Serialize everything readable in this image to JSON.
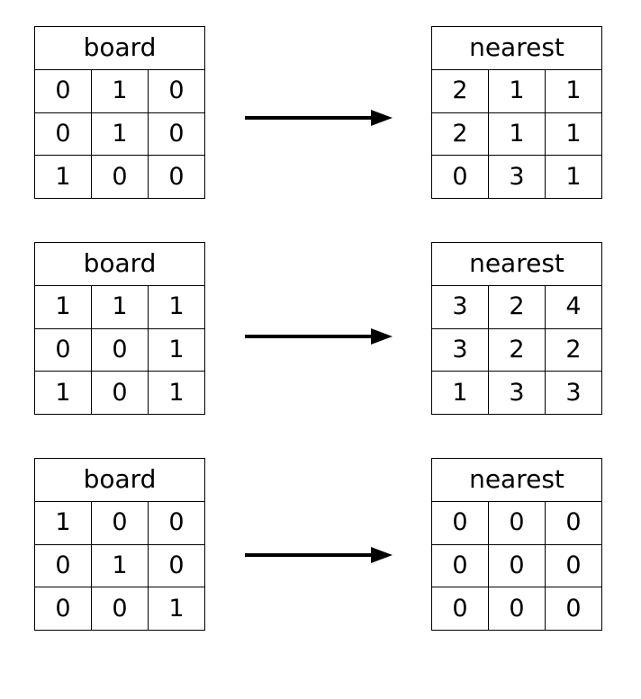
{
  "examples": [
    {
      "board": {
        "title": "board",
        "rows": [
          [
            "0",
            "1",
            "0"
          ],
          [
            "0",
            "1",
            "0"
          ],
          [
            "1",
            "0",
            "0"
          ]
        ]
      },
      "nearest": {
        "title": "nearest",
        "rows": [
          [
            "2",
            "1",
            "1"
          ],
          [
            "2",
            "1",
            "1"
          ],
          [
            "0",
            "3",
            "1"
          ]
        ]
      }
    },
    {
      "board": {
        "title": "board",
        "rows": [
          [
            "1",
            "1",
            "1"
          ],
          [
            "0",
            "0",
            "1"
          ],
          [
            "1",
            "0",
            "1"
          ]
        ]
      },
      "nearest": {
        "title": "nearest",
        "rows": [
          [
            "3",
            "2",
            "4"
          ],
          [
            "3",
            "2",
            "2"
          ],
          [
            "1",
            "3",
            "3"
          ]
        ]
      }
    },
    {
      "board": {
        "title": "board",
        "rows": [
          [
            "1",
            "0",
            "0"
          ],
          [
            "0",
            "1",
            "0"
          ],
          [
            "0",
            "0",
            "1"
          ]
        ]
      },
      "nearest": {
        "title": "nearest",
        "rows": [
          [
            "0",
            "0",
            "0"
          ],
          [
            "0",
            "0",
            "0"
          ],
          [
            "0",
            "0",
            "0"
          ]
        ]
      }
    }
  ]
}
